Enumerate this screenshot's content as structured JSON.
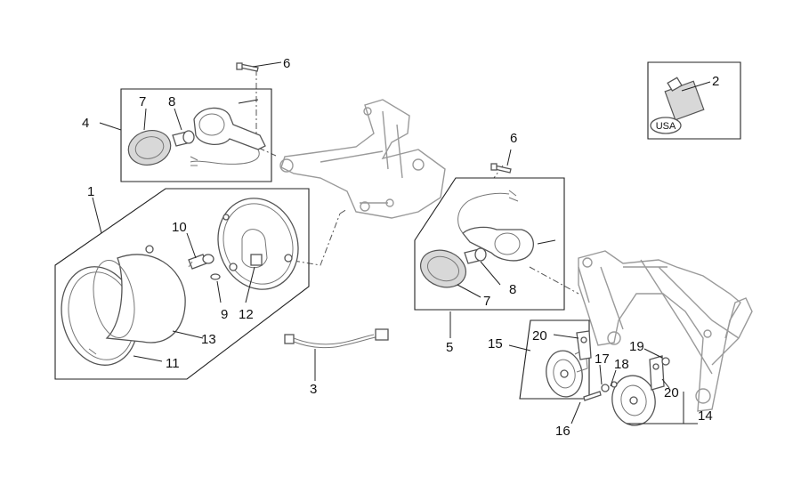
{
  "callouts": [
    {
      "id": "c1",
      "text": "1"
    },
    {
      "id": "c2",
      "text": "2"
    },
    {
      "id": "c3",
      "text": "3"
    },
    {
      "id": "c4",
      "text": "4"
    },
    {
      "id": "c5",
      "text": "5"
    },
    {
      "id": "c6a",
      "text": "6"
    },
    {
      "id": "c6b",
      "text": "6"
    },
    {
      "id": "c7a",
      "text": "7"
    },
    {
      "id": "c7b",
      "text": "7"
    },
    {
      "id": "c8a",
      "text": "8"
    },
    {
      "id": "c8b",
      "text": "8"
    },
    {
      "id": "c9",
      "text": "9"
    },
    {
      "id": "c10",
      "text": "10"
    },
    {
      "id": "c11",
      "text": "11"
    },
    {
      "id": "c12",
      "text": "12"
    },
    {
      "id": "c13",
      "text": "13"
    },
    {
      "id": "c14",
      "text": "14"
    },
    {
      "id": "c15",
      "text": "15"
    },
    {
      "id": "c16",
      "text": "16"
    },
    {
      "id": "c17",
      "text": "17"
    },
    {
      "id": "c18",
      "text": "18"
    },
    {
      "id": "c19",
      "text": "19"
    },
    {
      "id": "c20a",
      "text": "20"
    },
    {
      "id": "c20b",
      "text": "20"
    }
  ],
  "usa_badge": "USA",
  "colors": {
    "line": "#555555",
    "text": "#111111",
    "shade": "#d8d8d8",
    "frame": "#9a9a9a"
  }
}
